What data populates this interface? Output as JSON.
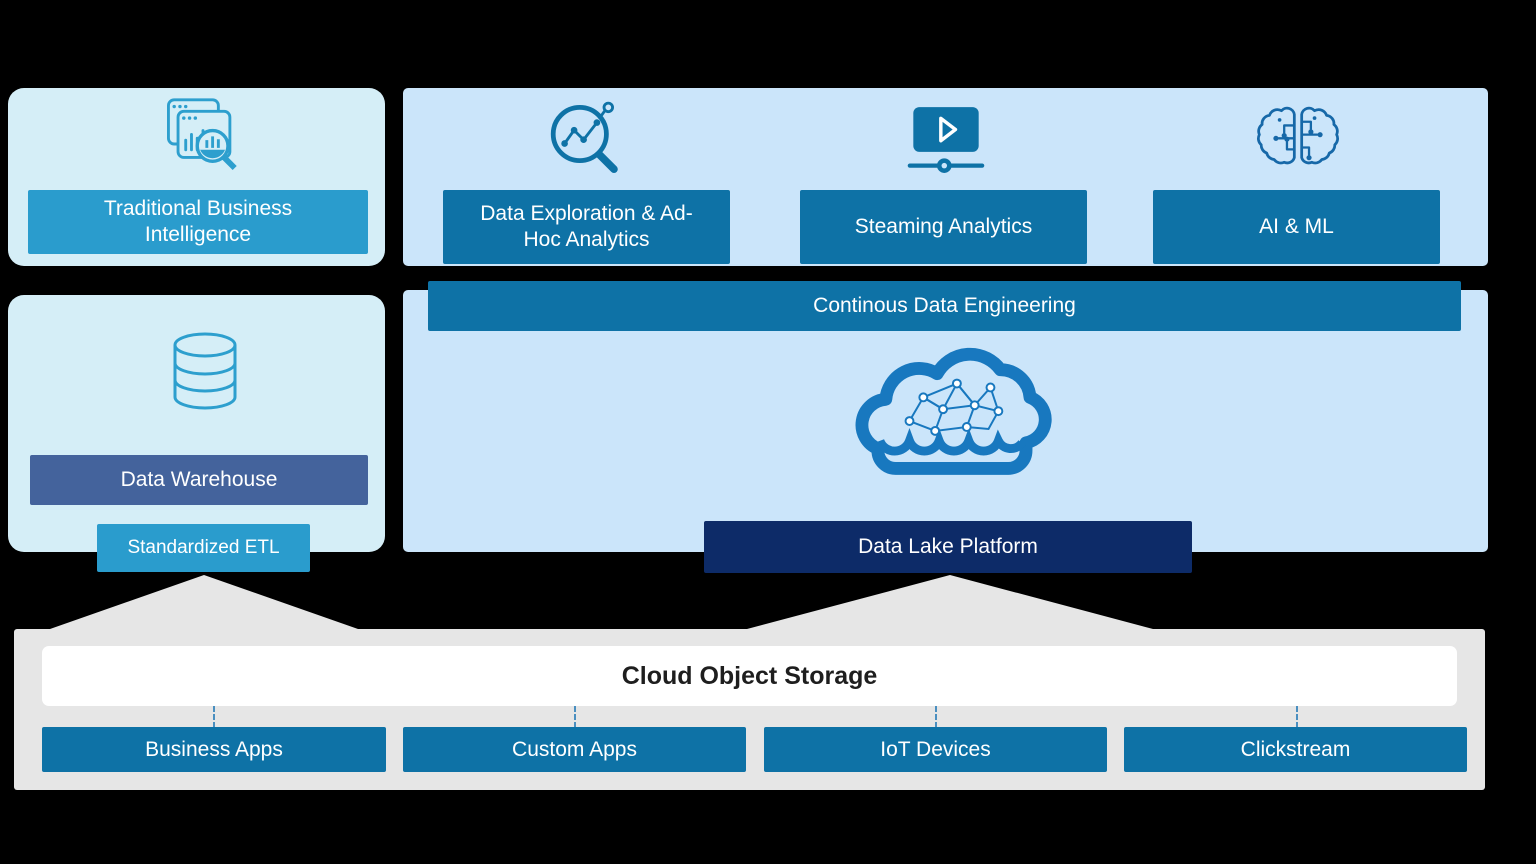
{
  "left": {
    "bi_label": "Traditional Business Intelligence",
    "warehouse_label": "Data Warehouse",
    "etl_label": "Standardized ETL"
  },
  "right": {
    "analytics": [
      {
        "label": "Data Exploration & Ad-Hoc Analytics",
        "icon": "magnifier-chart-icon"
      },
      {
        "label": "Steaming Analytics",
        "icon": "video-stream-icon"
      },
      {
        "label": "AI & ML",
        "icon": "brain-circuit-icon"
      }
    ],
    "engineering_label": "Continous Data Engineering",
    "datalake_label": "Data Lake Platform",
    "datalake_icon": "cloud-network-icon"
  },
  "bottom": {
    "storage_label": "Cloud Object Storage",
    "sources": [
      "Business Apps",
      "Custom Apps",
      "IoT Devices",
      "Clickstream"
    ]
  },
  "palette": {
    "background": "#000000",
    "panel_cyan": "#d5eef7",
    "panel_blue": "#cbe5fa",
    "bar_cyan": "#2a9ccd",
    "bar_slate": "#44639c",
    "bar_teal": "#0e72a6",
    "bar_navy": "#0d2b68",
    "gray_panel": "#e6e6e6",
    "icon_cyan": "#2d9fce",
    "icon_blue": "#1878bf",
    "icon_dark": "#1668a8",
    "storage_text": "#1e1e1e"
  }
}
